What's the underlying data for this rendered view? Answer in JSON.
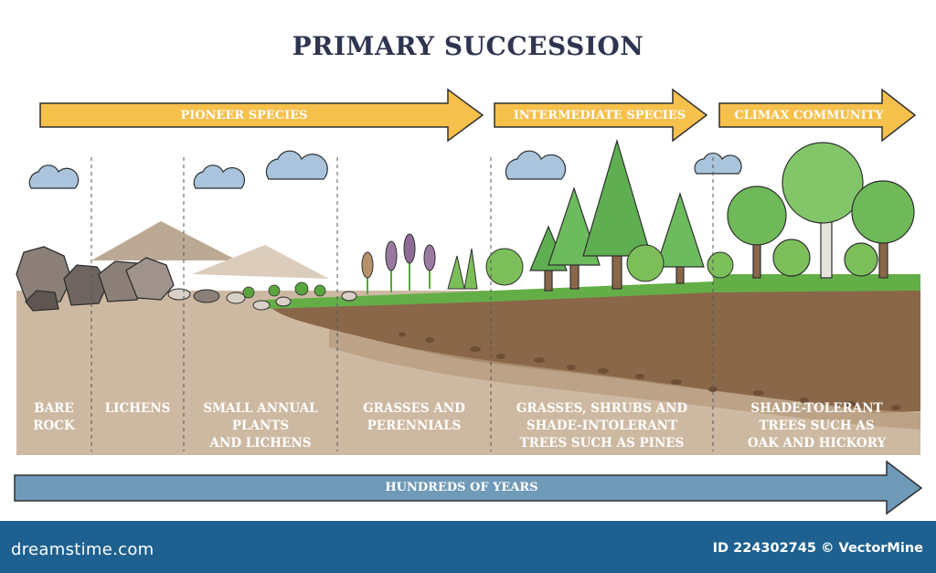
{
  "title": "PRIMARY SUCCESSION",
  "phases": [
    {
      "label": "PIONEER SPECIES"
    },
    {
      "label": "INTERMEDIATE SPECIES"
    },
    {
      "label": "CLIMAX COMMUNITY"
    }
  ],
  "stages": [
    {
      "label": "BARE\nROCK"
    },
    {
      "label": "LICHENS"
    },
    {
      "label": "SMALL ANNUAL\nPLANTS\nAND LICHENS"
    },
    {
      "label": "GRASSES AND\nPERENNIALS"
    },
    {
      "label": "GRASSES, SHRUBS AND\nSHADE-INTOLERANT\nTREES SUCH AS PINES"
    },
    {
      "label": "SHADE-TOLERANT\nTREES SUCH AS\nOAK AND HICKORY"
    }
  ],
  "timeline": {
    "label": "HUNDREDS OF YEARS"
  },
  "footer": {
    "brand": "dreamstime.com",
    "id_text": "ID 224302745 © VectorMine"
  },
  "colors": {
    "title": "#2f3550",
    "phase_arrow": "#f6c04d",
    "timeline_arrow": "#6f9ab8",
    "rock_soil": "#cdb9a2",
    "dark_soil": "#8a6748",
    "grass": "#64ae48",
    "footer_bg": "#1e6190"
  }
}
